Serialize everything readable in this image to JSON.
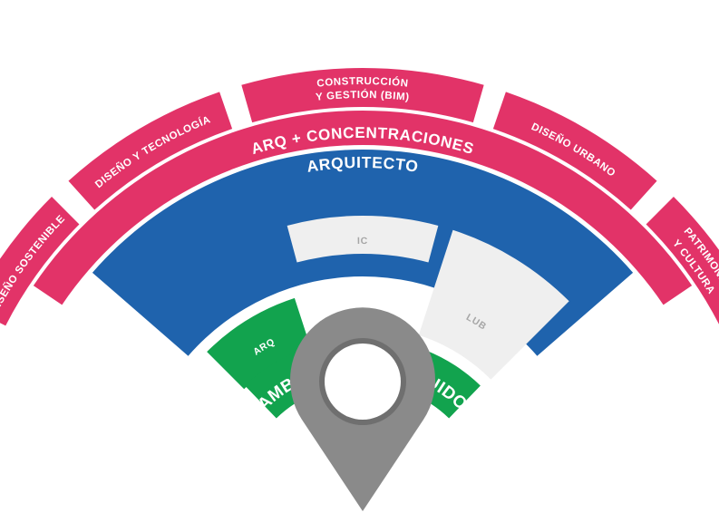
{
  "colors": {
    "pink": "#e23368",
    "blue": "#1f63ad",
    "green": "#12a34e",
    "light_gray": "#efefef",
    "gray_label": "#a6a6a6",
    "pin": "#8a8a8a",
    "pin_ring": "#6f6f6f",
    "white": "#ffffff"
  },
  "outer_segments": [
    {
      "label": "DISEÑO SOSTENIBLE"
    },
    {
      "label": "DISEÑO Y TECNOLOGÍA"
    },
    {
      "label_line1": "CONSTRUCCIÓN",
      "label_line2": "Y GESTIÓN (BIM)"
    },
    {
      "label": "DISEÑO URBANO"
    },
    {
      "label_line1": "PATRIMONIO",
      "label_line2": "Y CULTURA"
    }
  ],
  "band_label": "ARQ + CONCENTRACIONES",
  "main_label": "ARQUITECTO",
  "inner_segments": {
    "arq": "ARQ",
    "ic": "IC",
    "lub": "LUB"
  },
  "core_label": "AMBIENTE CONSTRUIDO",
  "icons": {
    "pin": "location-pin-icon"
  }
}
